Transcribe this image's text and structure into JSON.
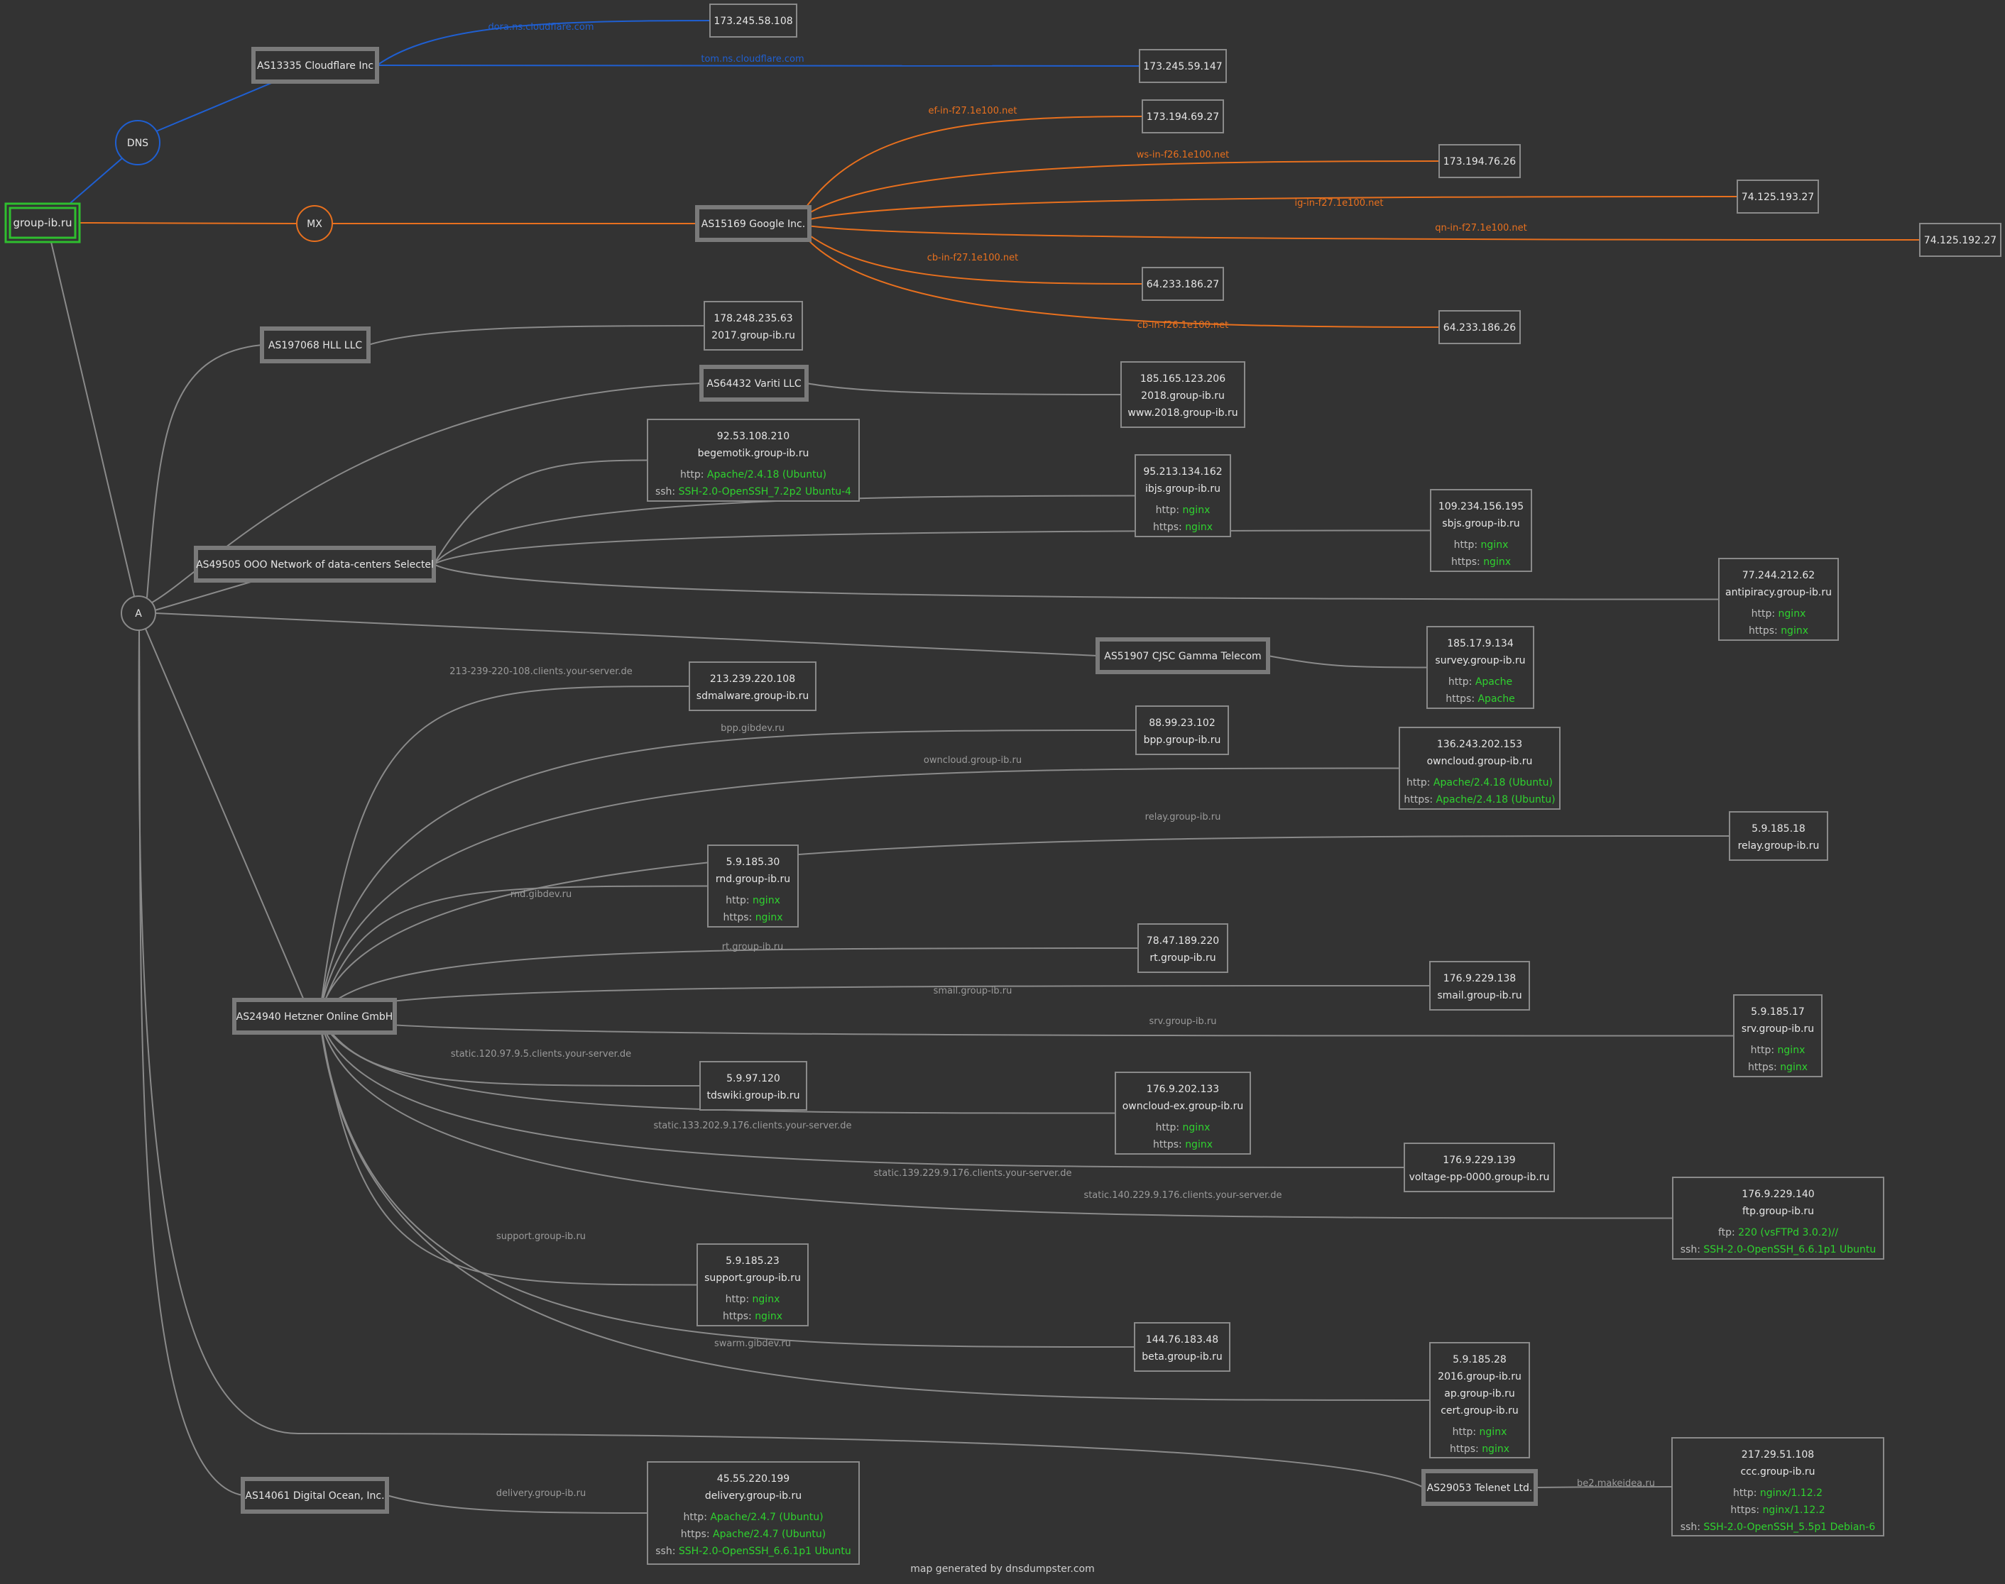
{
  "colors": {
    "background": "#333333",
    "dns": "#1f5fd1",
    "mx": "#e8701e",
    "a": "#8a8a8a",
    "service_value": "#2fd22f",
    "root_border": "#2fbf2f",
    "box_border": "#8a8a8a",
    "as_border": "#7a7a7a",
    "text": "#e6e6e6",
    "service_label": "#bdbdbd",
    "edge_label": "#9a9a9a"
  },
  "root": {
    "label": "group-ib.ru"
  },
  "categories": {
    "dns": "DNS",
    "mx": "MX",
    "a": "A"
  },
  "as_nodes": {
    "cloudflare": "AS13335 Cloudflare Inc",
    "google": "AS15169 Google Inc.",
    "hll": "AS197068 HLL LLC",
    "variti": "AS64432 Variti LLC",
    "selectel": "AS49505 OOO Network of data-centers Selectel",
    "gamma": "AS51907 CJSC Gamma Telecom",
    "hetzner": "AS24940 Hetzner Online GmbH",
    "digitalocean": "AS14061 Digital Ocean, Inc.",
    "telenet": "AS29053 Telenet Ltd."
  },
  "hosts": [
    {
      "id": "cf1",
      "lines": [
        "173.245.58.108"
      ],
      "services": []
    },
    {
      "id": "cf2",
      "lines": [
        "173.245.59.147"
      ],
      "services": []
    },
    {
      "id": "g1",
      "lines": [
        "173.194.69.27"
      ],
      "services": []
    },
    {
      "id": "g2",
      "lines": [
        "173.194.76.26"
      ],
      "services": []
    },
    {
      "id": "g3",
      "lines": [
        "74.125.193.27"
      ],
      "services": []
    },
    {
      "id": "g4",
      "lines": [
        "74.125.192.27"
      ],
      "services": []
    },
    {
      "id": "g5",
      "lines": [
        "64.233.186.27"
      ],
      "services": []
    },
    {
      "id": "g6",
      "lines": [
        "64.233.186.26"
      ],
      "services": []
    },
    {
      "id": "h2017",
      "lines": [
        "178.248.235.63",
        "2017.group-ib.ru"
      ],
      "services": []
    },
    {
      "id": "h2018",
      "lines": [
        "185.165.123.206",
        "2018.group-ib.ru",
        "www.2018.group-ib.ru"
      ],
      "services": []
    },
    {
      "id": "begemotik",
      "lines": [
        "92.53.108.210",
        "begemotik.group-ib.ru"
      ],
      "services": [
        {
          "k": "http",
          "v": "Apache/2.4.18 (Ubuntu)"
        },
        {
          "k": "ssh",
          "v": "SSH-2.0-OpenSSH_7.2p2 Ubuntu-4"
        }
      ]
    },
    {
      "id": "ibjs",
      "lines": [
        "95.213.134.162",
        "ibjs.group-ib.ru"
      ],
      "services": [
        {
          "k": "http",
          "v": "nginx"
        },
        {
          "k": "https",
          "v": "nginx"
        }
      ]
    },
    {
      "id": "sbjs",
      "lines": [
        "109.234.156.195",
        "sbjs.group-ib.ru"
      ],
      "services": [
        {
          "k": "http",
          "v": "nginx"
        },
        {
          "k": "https",
          "v": "nginx"
        }
      ]
    },
    {
      "id": "antipiracy",
      "lines": [
        "77.244.212.62",
        "antipiracy.group-ib.ru"
      ],
      "services": [
        {
          "k": "http",
          "v": "nginx"
        },
        {
          "k": "https",
          "v": "nginx"
        }
      ]
    },
    {
      "id": "survey",
      "lines": [
        "185.17.9.134",
        "survey.group-ib.ru"
      ],
      "services": [
        {
          "k": "http",
          "v": "Apache"
        },
        {
          "k": "https",
          "v": "Apache"
        }
      ]
    },
    {
      "id": "sdmalware",
      "lines": [
        "213.239.220.108",
        "sdmalware.group-ib.ru"
      ],
      "services": []
    },
    {
      "id": "bpp",
      "lines": [
        "88.99.23.102",
        "bpp.group-ib.ru"
      ],
      "services": []
    },
    {
      "id": "owncloud",
      "lines": [
        "136.243.202.153",
        "owncloud.group-ib.ru"
      ],
      "services": [
        {
          "k": "http",
          "v": "Apache/2.4.18 (Ubuntu)"
        },
        {
          "k": "https",
          "v": "Apache/2.4.18 (Ubuntu)"
        }
      ]
    },
    {
      "id": "relay",
      "lines": [
        "5.9.185.18",
        "relay.group-ib.ru"
      ],
      "services": []
    },
    {
      "id": "rnd",
      "lines": [
        "5.9.185.30",
        "rnd.group-ib.ru"
      ],
      "services": [
        {
          "k": "http",
          "v": "nginx"
        },
        {
          "k": "https",
          "v": "nginx"
        }
      ]
    },
    {
      "id": "rt",
      "lines": [
        "78.47.189.220",
        "rt.group-ib.ru"
      ],
      "services": []
    },
    {
      "id": "smail",
      "lines": [
        "176.9.229.138",
        "smail.group-ib.ru"
      ],
      "services": []
    },
    {
      "id": "srv",
      "lines": [
        "5.9.185.17",
        "srv.group-ib.ru"
      ],
      "services": [
        {
          "k": "http",
          "v": "nginx"
        },
        {
          "k": "https",
          "v": "nginx"
        }
      ]
    },
    {
      "id": "tdswiki",
      "lines": [
        "5.9.97.120",
        "tdswiki.group-ib.ru"
      ],
      "services": []
    },
    {
      "id": "owncloudex",
      "lines": [
        "176.9.202.133",
        "owncloud-ex.group-ib.ru"
      ],
      "services": [
        {
          "k": "http",
          "v": "nginx"
        },
        {
          "k": "https",
          "v": "nginx"
        }
      ]
    },
    {
      "id": "voltage",
      "lines": [
        "176.9.229.139",
        "voltage-pp-0000.group-ib.ru"
      ],
      "services": []
    },
    {
      "id": "ftp",
      "lines": [
        "176.9.229.140",
        "ftp.group-ib.ru"
      ],
      "services": [
        {
          "k": "ftp",
          "v": "220 (vsFTPd 3.0.2)//"
        },
        {
          "k": "ssh",
          "v": "SSH-2.0-OpenSSH_6.6.1p1 Ubuntu"
        }
      ]
    },
    {
      "id": "support",
      "lines": [
        "5.9.185.23",
        "support.group-ib.ru"
      ],
      "services": [
        {
          "k": "http",
          "v": "nginx"
        },
        {
          "k": "https",
          "v": "nginx"
        }
      ]
    },
    {
      "id": "beta",
      "lines": [
        "144.76.183.48",
        "beta.group-ib.ru"
      ],
      "services": []
    },
    {
      "id": "multi",
      "lines": [
        "5.9.185.28",
        "2016.group-ib.ru",
        "ap.group-ib.ru",
        "cert.group-ib.ru"
      ],
      "services": [
        {
          "k": "http",
          "v": "nginx"
        },
        {
          "k": "https",
          "v": "nginx"
        }
      ]
    },
    {
      "id": "delivery",
      "lines": [
        "45.55.220.199",
        "delivery.group-ib.ru"
      ],
      "services": [
        {
          "k": "http",
          "v": "Apache/2.4.7 (Ubuntu)"
        },
        {
          "k": "https",
          "v": "Apache/2.4.7 (Ubuntu)"
        },
        {
          "k": "ssh",
          "v": "SSH-2.0-OpenSSH_6.6.1p1 Ubuntu"
        }
      ]
    },
    {
      "id": "ccc",
      "lines": [
        "217.29.51.108",
        "ccc.group-ib.ru"
      ],
      "services": [
        {
          "k": "http",
          "v": "nginx/1.12.2"
        },
        {
          "k": "https",
          "v": "nginx/1.12.2"
        },
        {
          "k": "ssh",
          "v": "SSH-2.0-OpenSSH_5.5p1 Debian-6"
        }
      ]
    }
  ],
  "edge_labels": {
    "cf1": "dora.ns.cloudflare.com",
    "cf2": "tom.ns.cloudflare.com",
    "g1": "ef-in-f27.1e100.net",
    "g2": "ws-in-f26.1e100.net",
    "g3": "ig-in-f27.1e100.net",
    "g4": "qn-in-f27.1e100.net",
    "g5": "cb-in-f27.1e100.net",
    "g6": "cb-in-f26.1e100.net",
    "sdmalware": "213-239-220-108.clients.your-server.de",
    "bpp": "bpp.gibdev.ru",
    "owncloud": "owncloud.group-ib.ru",
    "relay": "relay.group-ib.ru",
    "rnd": "rnd.gibdev.ru",
    "rt": "rt.group-ib.ru",
    "smail": "smail.group-ib.ru",
    "srv": "srv.group-ib.ru",
    "tdswiki": "static.120.97.9.5.clients.your-server.de",
    "owncloudex": "static.133.202.9.176.clients.your-server.de",
    "voltage": "static.139.229.9.176.clients.your-server.de",
    "ftp": "static.140.229.9.176.clients.your-server.de",
    "support": "support.group-ib.ru",
    "beta": "swarm.gibdev.ru",
    "delivery": "delivery.group-ib.ru",
    "ccc": "be2.makeidea.ru"
  },
  "footer": "map generated by dnsdumpster.com"
}
